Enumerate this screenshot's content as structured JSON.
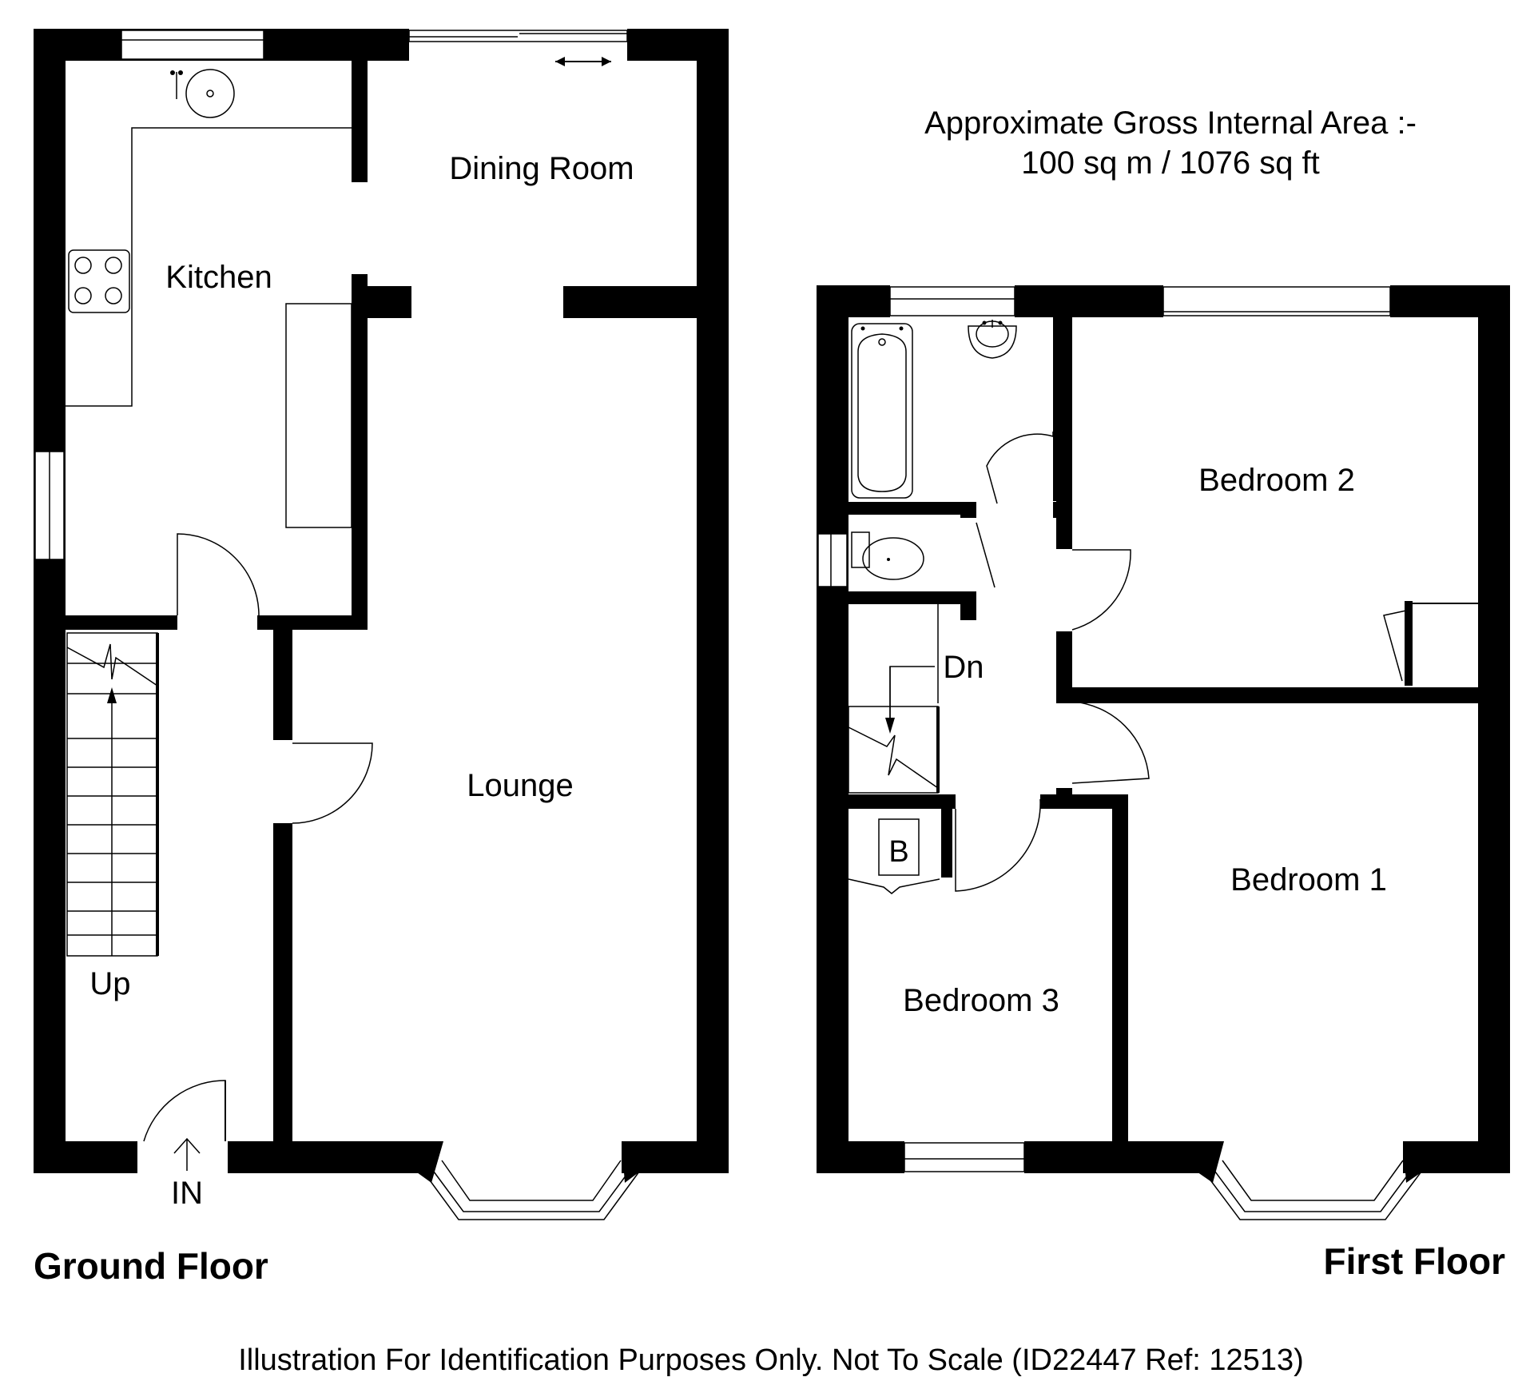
{
  "area": {
    "line1": "Approximate Gross Internal Area :-",
    "line2": "100 sq m / 1076 sq ft"
  },
  "ground_floor": {
    "title": "Ground Floor",
    "rooms": {
      "kitchen": "Kitchen",
      "dining": "Dining Room",
      "lounge": "Lounge"
    },
    "stairs_label": "Up",
    "entrance_label": "IN"
  },
  "first_floor": {
    "title": "First Floor",
    "rooms": {
      "bedroom1": "Bedroom 1",
      "bedroom2": "Bedroom 2",
      "bedroom3": "Bedroom 3"
    },
    "stairs_label": "Dn",
    "boiler_label": "B"
  },
  "footer": "Illustration For Identification Purposes Only. Not To Scale (ID22447 Ref: 12513)"
}
